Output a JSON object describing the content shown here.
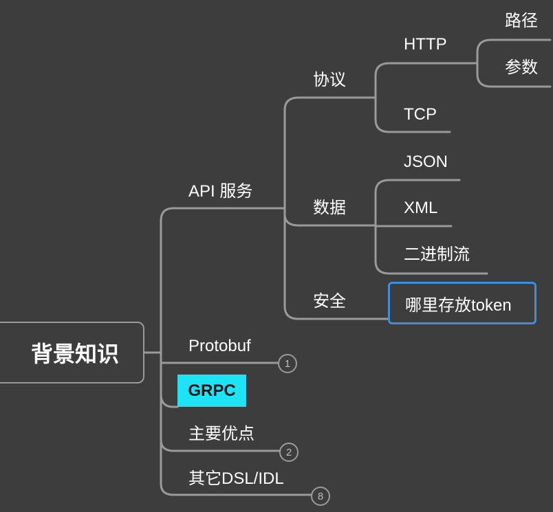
{
  "root": {
    "label": "背景知识"
  },
  "branches": {
    "api": "API 服务",
    "protobuf": "Protobuf",
    "grpc": "GRPC",
    "advantages": "主要优点",
    "dsl": "其它DSL/IDL"
  },
  "api_children": {
    "protocol": "协议",
    "data": "数据",
    "security": "安全"
  },
  "protocol_children": {
    "http": "HTTP",
    "tcp": "TCP"
  },
  "http_children": {
    "path": "路径",
    "params": "参数"
  },
  "data_children": {
    "json": "JSON",
    "xml": "XML",
    "binary": "二进制流"
  },
  "security_children": {
    "token": "哪里存放token"
  },
  "badges": {
    "protobuf_count": "1",
    "advantages_count": "2",
    "dsl_count": "8"
  },
  "colors": {
    "background": "#3d3d3d",
    "connector": "#9a9a9a",
    "highlight": "#1ee2f6",
    "selected_border": "#3b8ee0"
  }
}
